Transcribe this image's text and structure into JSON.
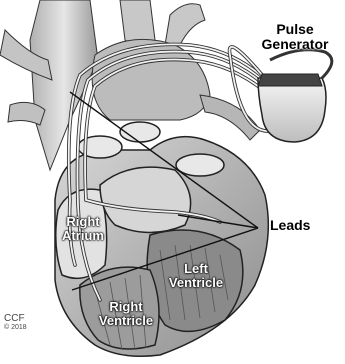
{
  "diagram": {
    "labels": {
      "pulse_generator_line1": "Pulse",
      "pulse_generator_line2": "Generator",
      "leads": "Leads",
      "right_atrium_line1": "Right",
      "right_atrium_line2": "Atrium",
      "left_ventricle_line1": "Left",
      "left_ventricle_line2": "Ventricle",
      "right_ventricle_line1": "Right",
      "right_ventricle_line2": "Ventricle"
    },
    "credit": {
      "org": "CCF",
      "copyright": "© 2018"
    }
  }
}
